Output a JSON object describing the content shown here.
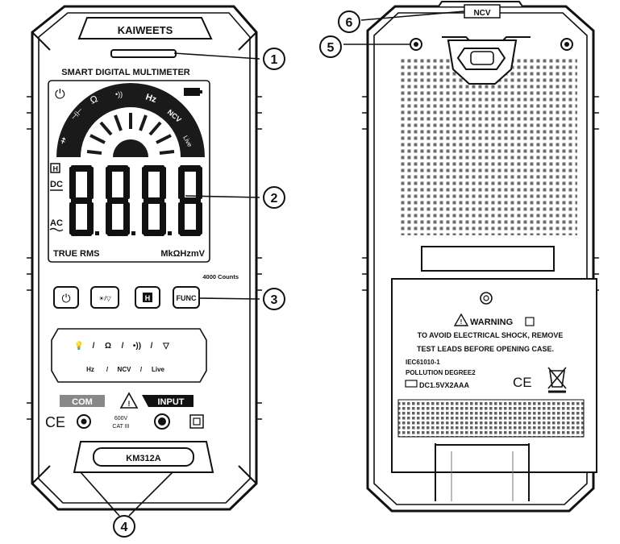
{
  "front": {
    "brand": "KAIWEETS",
    "lcd_title": "SMART DIGITAL MULTIMETER",
    "display_digits": "8.8.8.8",
    "lcd_left_flags": {
      "hold": "H",
      "dc": "DC",
      "ac": "AC"
    },
    "arc_labels": [
      "⇸",
      "⊣⊢",
      "Ω",
      "•))",
      "Hz",
      "NCV",
      "Live"
    ],
    "true_rms": "TRUE RMS",
    "units": "MkΩHzmV",
    "counts": "4000 Counts",
    "buttons": {
      "power": "⏻",
      "light": "☀/▽",
      "hold": "H",
      "func": "FUNC"
    },
    "mode_panel": {
      "row1": [
        "💡",
        "/",
        "Ω",
        "/",
        "•))",
        "/",
        "▽"
      ],
      "row2": [
        "Hz",
        "/",
        "NCV",
        "/",
        "Live"
      ]
    },
    "com_label": "COM",
    "input_label": "INPUT",
    "ce_mark": "CE",
    "rating_line1": "600V",
    "rating_line2": "CAT III",
    "model": "KM312A"
  },
  "back": {
    "warning_title": "WARNING",
    "warning_line1": "TO AVOID ELECTRICAL SHOCK, REMOVE",
    "warning_line2": "TEST LEADS BEFORE OPENING CASE.",
    "std_line1": "IEC61010-1",
    "std_line2": "POLLUTION DEGREE2",
    "battery": "DC1.5VX2AAA",
    "ce_mark": "CE",
    "top_label": "NCV"
  },
  "callouts": [
    "1",
    "2",
    "3",
    "4",
    "5",
    "6"
  ],
  "colors": {
    "ink": "#111111",
    "body": "#ffffff",
    "panel_dark": "#1a1a1a",
    "gray": "#777777"
  }
}
